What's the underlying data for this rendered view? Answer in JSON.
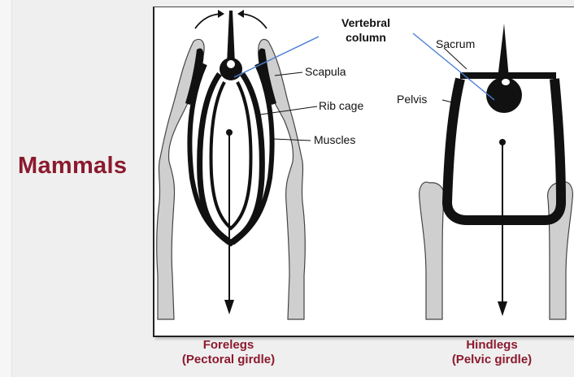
{
  "section_title": "Mammals",
  "labels": {
    "vertebral_column_line1": "Vertebral",
    "vertebral_column_line2": "column",
    "scapula": "Scapula",
    "rib_cage": "Rib cage",
    "muscles": "Muscles",
    "sacrum": "Sacrum",
    "pelvis": "Pelvis"
  },
  "captions": {
    "forelegs_line1": "Forelegs",
    "forelegs_line2": "(Pectoral girdle)",
    "hindlegs_line1": "Hindlegs",
    "hindlegs_line2": "(Pelvic girdle)"
  },
  "colors": {
    "title": "#8b1a2e",
    "pointer_lines": "#4a7fd6",
    "bone_fill": "#cfcfcf",
    "outline": "#111111"
  }
}
